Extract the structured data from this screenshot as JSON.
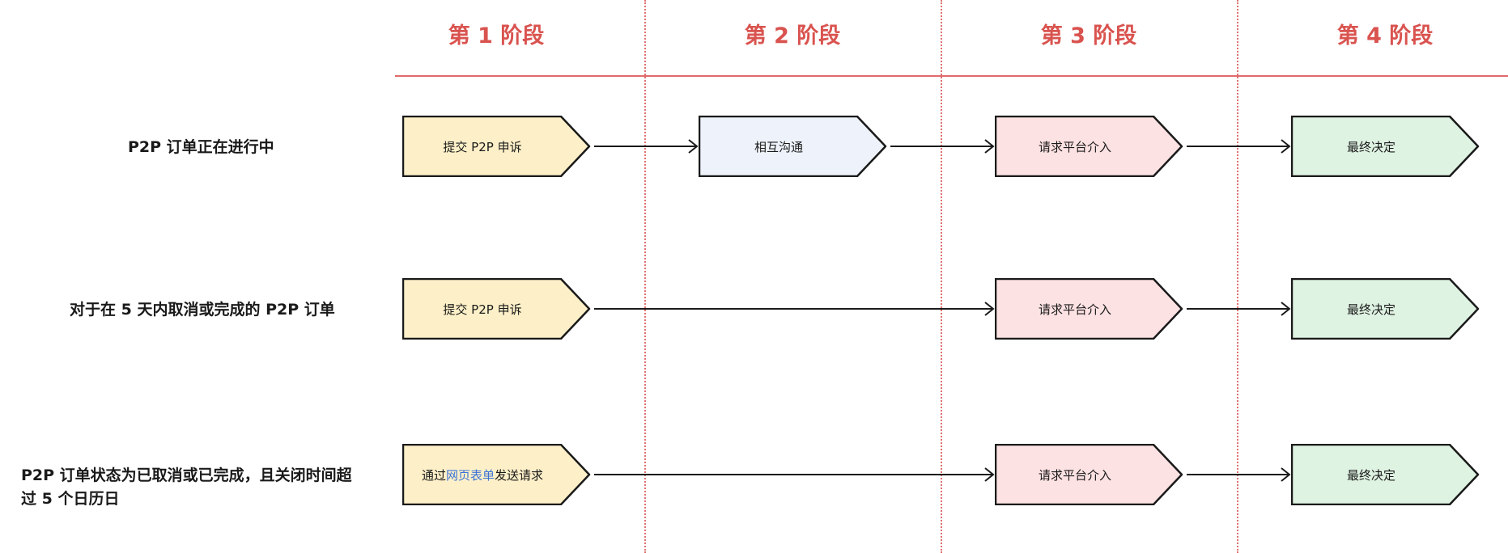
{
  "stages": [
    "第 1 阶段",
    "第 2 阶段",
    "第 3 阶段",
    "第 4 阶段"
  ],
  "rows": [
    {
      "label": "P2P 订单正在进行中"
    },
    {
      "label": "对于在 5 天内取消或完成的 P2P 订单"
    },
    {
      "label_line1": "P2P 订单状态为已取消或已完成，且关闭时间超",
      "label_line2": "过 5 个日历日"
    }
  ],
  "nodes": {
    "submit_appeal": "提交 P2P 申诉",
    "mutual_communication": "相互沟通",
    "request_platform": "请求平台介入",
    "final_decision": "最终决定",
    "via_prefix": "通过",
    "web_form_link": "网页表单",
    "send_request_suffix": "发送请求"
  },
  "colors": {
    "stage_header": "#d9534f",
    "divider": "#e07070",
    "stage1_fill": "#fdf0c8",
    "stage2_fill": "#eef3fb",
    "stage3_fill": "#fde2e3",
    "stage4_fill": "#dff3e3",
    "link": "#3b73d9"
  }
}
